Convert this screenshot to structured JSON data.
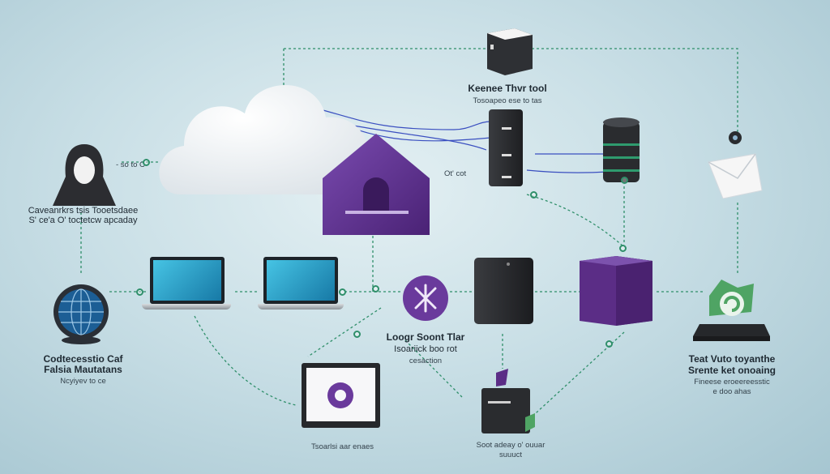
{
  "labels": {
    "user_caption": "Caveanrkrs tsis Tooetsdaee",
    "user_caption_2": "S' ce'a O' toctetcw apcaday",
    "user_side": "- so to C",
    "globe_caption_1": "Codtecesstio  Caf",
    "globe_caption_2": "Falsia  Mautatans",
    "globe_caption_3": "Ncyiyev to ce",
    "top_server_title": "Keenee Thvr tool",
    "top_server_sub": "Tosoapeo ese to tas",
    "rack_label": "Ot' cot",
    "purple_circle_1": "Loogr Soont Tlar",
    "purple_circle_2": "Isoariick boo rot",
    "purple_circle_3": "cesaction",
    "bottom_laptop": "Tsoarlsi aar enaes",
    "bottom_server_1": "Soot adeay o' ouuar",
    "bottom_server_2": "suuuct",
    "right_title_1": "Teat Vuto toyanthe",
    "right_title_2": "Srente  ket onoaing",
    "right_sub_1": "Fineese eroeereesstic",
    "right_sub_2": "e doo ahas"
  },
  "colors": {
    "background": "#c9dfe6",
    "accent_purple": "#5b2d86",
    "connector_blue": "#3a4fc0",
    "connector_green": "#2f8f6a",
    "device_dark": "#2b2d30"
  },
  "icons": [
    "cloud-icon",
    "hacker-icon",
    "globe-icon",
    "house-icon",
    "laptop-icon",
    "server-icon",
    "database-icon",
    "firewall-icon",
    "envelope-icon",
    "router-icon",
    "monitor-icon",
    "vpn-icon"
  ]
}
